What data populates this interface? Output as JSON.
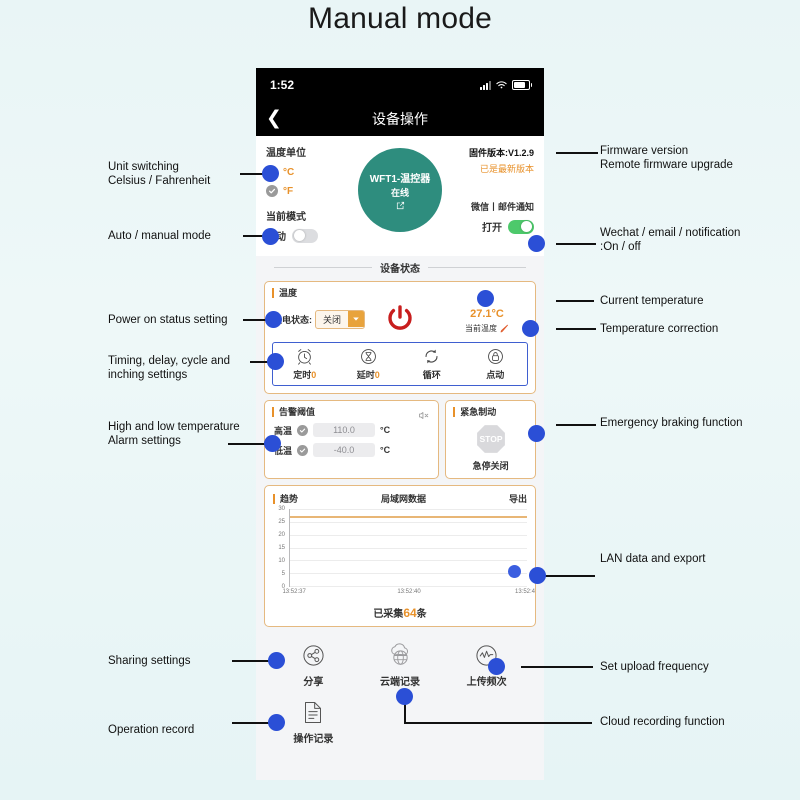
{
  "page": {
    "title": "Manual mode"
  },
  "phone": {
    "status_bar": {
      "time": "1:52",
      "signal_icon": "signal-bars-icon",
      "wifi_icon": "wifi-icon",
      "battery_icon": "battery-icon"
    },
    "nav": {
      "back_icon": "chevron-left-icon",
      "title": "设备操作"
    },
    "unit": {
      "label": "温度单位",
      "options": [
        {
          "value": "°C",
          "selected": true
        },
        {
          "value": "°F",
          "selected": false
        }
      ]
    },
    "mode": {
      "label": "当前模式",
      "value": "手动",
      "toggle_on": false
    },
    "device": {
      "name": "WFT1-温控器",
      "status": "在线",
      "edit_icon": "edit-square-icon"
    },
    "firmware": {
      "version": "固件版本:V1.2.9",
      "update_status": "已是最新版本"
    },
    "notification": {
      "label": "微信丨邮件通知",
      "state": "打开",
      "toggle_on": true
    },
    "section_divider": "设备状态",
    "temperature_card": {
      "title": "温度",
      "power_on_label": "上电状态:",
      "power_on_value": "关闭",
      "power_icon": "power-button-icon",
      "current_temp": "27.1°C",
      "current_temp_label": "当前温度",
      "correction_icon": "pencil-edit-icon",
      "functions": [
        {
          "icon": "alarm-clock-icon",
          "label": "定时",
          "count": "0"
        },
        {
          "icon": "hourglass-icon",
          "label": "延时",
          "count": "0"
        },
        {
          "icon": "cycle-arrows-icon",
          "label": "循环",
          "count": ""
        },
        {
          "icon": "lock-circle-icon",
          "label": "点动",
          "count": ""
        }
      ]
    },
    "alarm_card": {
      "title": "告警阈值",
      "mute_icon": "speaker-mute-icon",
      "rows": [
        {
          "label": "高温",
          "checked": true,
          "value": "110.0",
          "unit": "°C"
        },
        {
          "label": "低温",
          "checked": true,
          "value": "-40.0",
          "unit": "°C"
        }
      ]
    },
    "emergency_card": {
      "title": "紧急制动",
      "icon": "stop-sign-icon",
      "icon_text": "STOP",
      "label": "急停关闭"
    },
    "chart_card": {
      "left_label": "趋势",
      "center_label": "局域网数据",
      "right_label": "导出",
      "collected_prefix": "已采集",
      "collected_count": "64",
      "collected_suffix": "条"
    },
    "bottom_actions": [
      {
        "icon": "share-nodes-icon",
        "label": "分享"
      },
      {
        "icon": "cloud-globe-icon",
        "label": "云端记录"
      },
      {
        "icon": "waveform-circle-icon",
        "label": "上传频次"
      },
      {
        "icon": "document-lines-icon",
        "label": "操作记录"
      }
    ]
  },
  "annotations": {
    "left": [
      {
        "text": "Unit switching\nCelsius / Fahrenheit"
      },
      {
        "text": "Auto / manual mode"
      },
      {
        "text": "Power on status setting"
      },
      {
        "text": "Timing, delay, cycle and\ninching settings"
      },
      {
        "text": "High and low temperature\nAlarm settings"
      },
      {
        "text": "Sharing settings"
      },
      {
        "text": "Operation record"
      }
    ],
    "right": [
      {
        "text": "Firmware version\nRemote firmware upgrade"
      },
      {
        "text": "Wechat / email / notification\n:On / off"
      },
      {
        "text": "Current temperature"
      },
      {
        "text": "Temperature correction"
      },
      {
        "text": "Emergency braking function"
      },
      {
        "text": "LAN data and export"
      },
      {
        "text": "Set upload frequency"
      },
      {
        "text": "Cloud recording function"
      }
    ]
  },
  "chart_data": {
    "type": "line",
    "title": "局域网数据",
    "xlabel": "",
    "ylabel": "",
    "ylim": [
      0,
      30
    ],
    "yticks": [
      0,
      5,
      10,
      15,
      20,
      25,
      30
    ],
    "x": [
      "13:52:37",
      "13:52:40",
      "13:52:4"
    ],
    "xticks": [
      "13:52:37",
      "13:52:40",
      "13:52:4"
    ],
    "series": [
      {
        "name": "温度",
        "color": "#e8b676",
        "values": [
          27.1,
          27.1,
          27.1
        ]
      }
    ],
    "marker": {
      "x_frac": 0.92,
      "y_value": 6
    },
    "grid": true,
    "legend": "none"
  },
  "colors": {
    "accent_orange": "#e8912a",
    "device_green": "#2e8d7e",
    "annotation_blue": "#2b4fd6",
    "power_red": "#c81e1e",
    "func_border_blue": "#3f5fd0",
    "toggle_green": "#4dc96b"
  }
}
